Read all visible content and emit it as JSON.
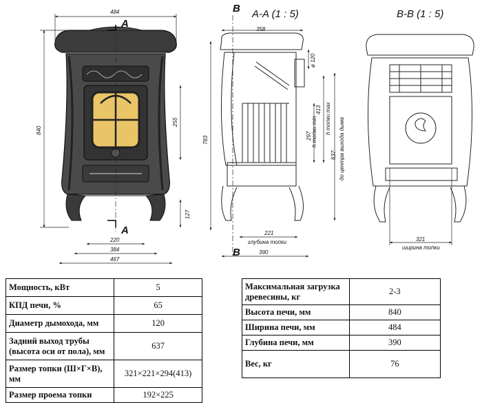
{
  "drawing": {
    "front": {
      "dims": {
        "top_width": "484",
        "height": "840",
        "door": "255",
        "legs": "127",
        "w220": "220",
        "w384": "384",
        "w467": "467"
      },
      "section_letter": "A"
    },
    "side": {
      "title": "A-A (1 : 5)",
      "section_letter": "B",
      "dims": {
        "top_width": "358",
        "height": "783",
        "flue_dia": "ø 120",
        "h297": "297",
        "h297_label": "h топки min",
        "h413": "413",
        "h413_label": "h топки max",
        "h637": "637",
        "h637_label": "до центра выхода дыма",
        "depth": "221",
        "depth_label": "глубина топки",
        "base": "390"
      }
    },
    "back": {
      "title": "B-B (1 : 5)",
      "dims": {
        "width": "321",
        "width_label": "ширина топки"
      }
    }
  },
  "specs_left": [
    {
      "label": "Мощность, кВт",
      "value": "5"
    },
    {
      "label": "КПД печи, %",
      "value": "65"
    },
    {
      "label": "Диаметр дымохода, мм",
      "value": "120"
    },
    {
      "label": "Задний выход трубы (высота оси от пола), мм",
      "value": "637"
    },
    {
      "label": "Размер топки (Ш×Г×В), мм",
      "value": "321×221×294(413)"
    },
    {
      "label": "Размер проема топки",
      "value": "192×225"
    }
  ],
  "specs_right": [
    {
      "label": "Максимальная загрузка древесины, кг",
      "value": "2-3"
    },
    {
      "label": "Высота печи, мм",
      "value": "840"
    },
    {
      "label": "Ширина печи, мм",
      "value": "484"
    },
    {
      "label": "Глубина печи, мм",
      "value": "390"
    },
    {
      "label": "Вес, кг",
      "value": "76"
    }
  ]
}
